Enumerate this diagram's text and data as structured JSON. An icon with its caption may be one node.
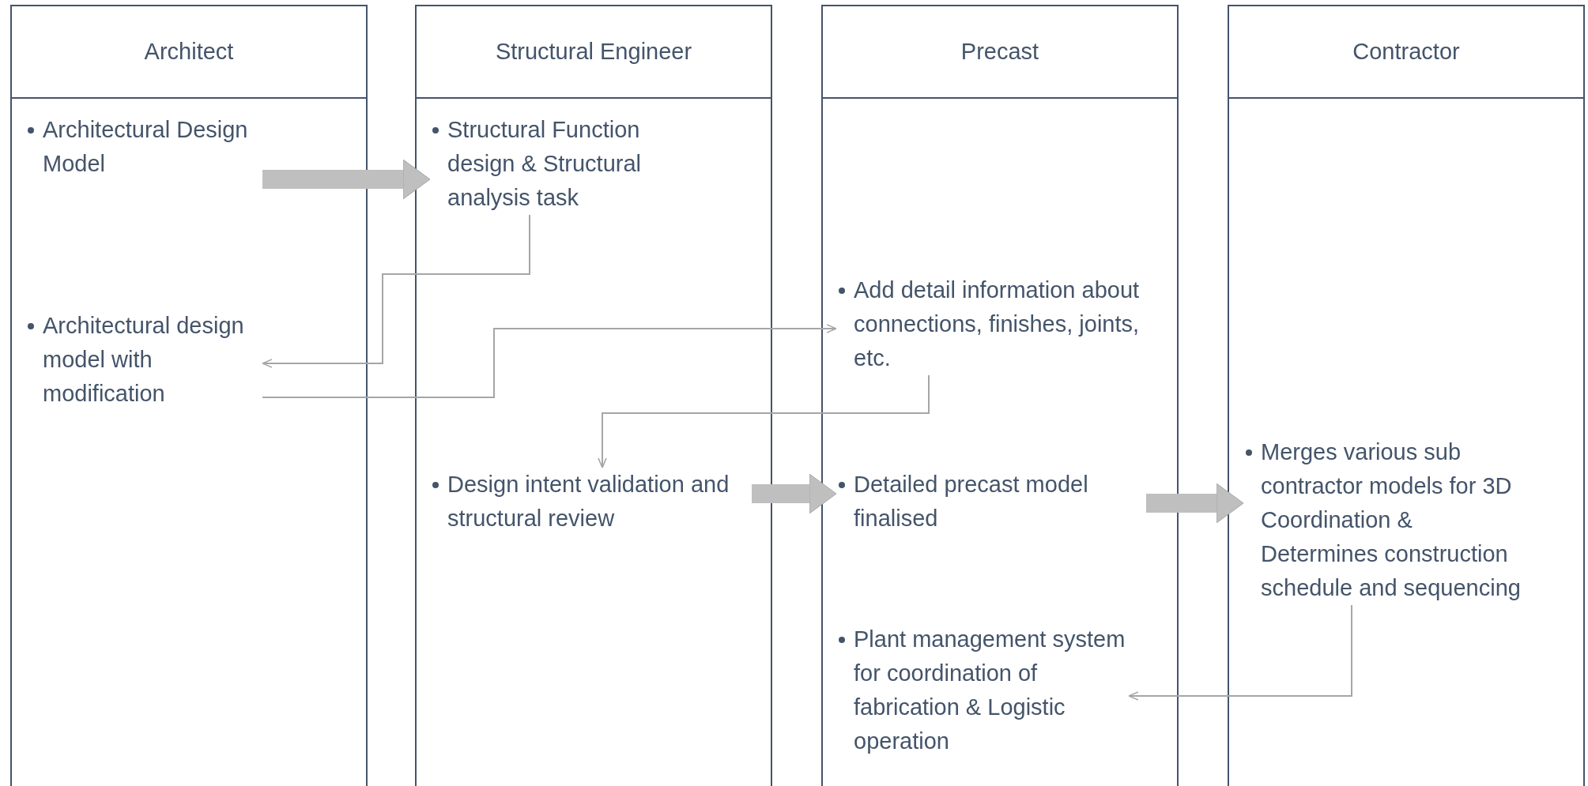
{
  "diagram": {
    "nodes": [
      {
        "text": [
          "Architect"
        ]
      },
      {
        "text": [
          "Structural Engineer"
        ]
      },
      {
        "text": [
          "Precast"
        ]
      },
      {
        "text": [
          "Contractor"
        ]
      },
      {
        "text": [
          "Architectural Design Model"
        ],
        "in": 0
      },
      {
        "text": [
          "Structural Function design & Structural analysis task"
        ],
        "in": 1
      },
      {
        "text": [
          "Architectural design model with modification"
        ],
        "in": 0
      },
      {
        "text": [
          "Add detail information about connections, finishes, joints, etc."
        ],
        "in": 2
      },
      {
        "text": [
          "Design intent validation and structural review"
        ],
        "in": 1
      },
      {
        "text": [
          "Detailed precast model finalised"
        ],
        "in": 2
      },
      {
        "text": [
          "Merges various sub contractor models for 3D Coordination & Determines construction schedule and sequencing"
        ],
        "in": 3
      },
      {
        "text": [
          "Plant management system for coordination of fabrication & Logistic operation"
        ],
        "in": 2
      }
    ],
    "edges": [
      {
        "from": 4,
        "to": 5,
        "arrow": "to",
        "style": "thick",
        "color": "#bfbfbf"
      },
      {
        "from": 5,
        "to": 6,
        "arrow": "to"
      },
      {
        "from": 6,
        "to": 7,
        "arrow": "to"
      },
      {
        "from": 7,
        "to": 8,
        "arrow": "to"
      },
      {
        "from": 8,
        "to": 9,
        "arrow": "to",
        "style": "thick",
        "color": "#bfbfbf"
      },
      {
        "from": 9,
        "to": 10,
        "arrow": "to",
        "style": "thick",
        "color": "#bfbfbf"
      },
      {
        "from": 10,
        "to": 11,
        "arrow": "to"
      }
    ]
  }
}
